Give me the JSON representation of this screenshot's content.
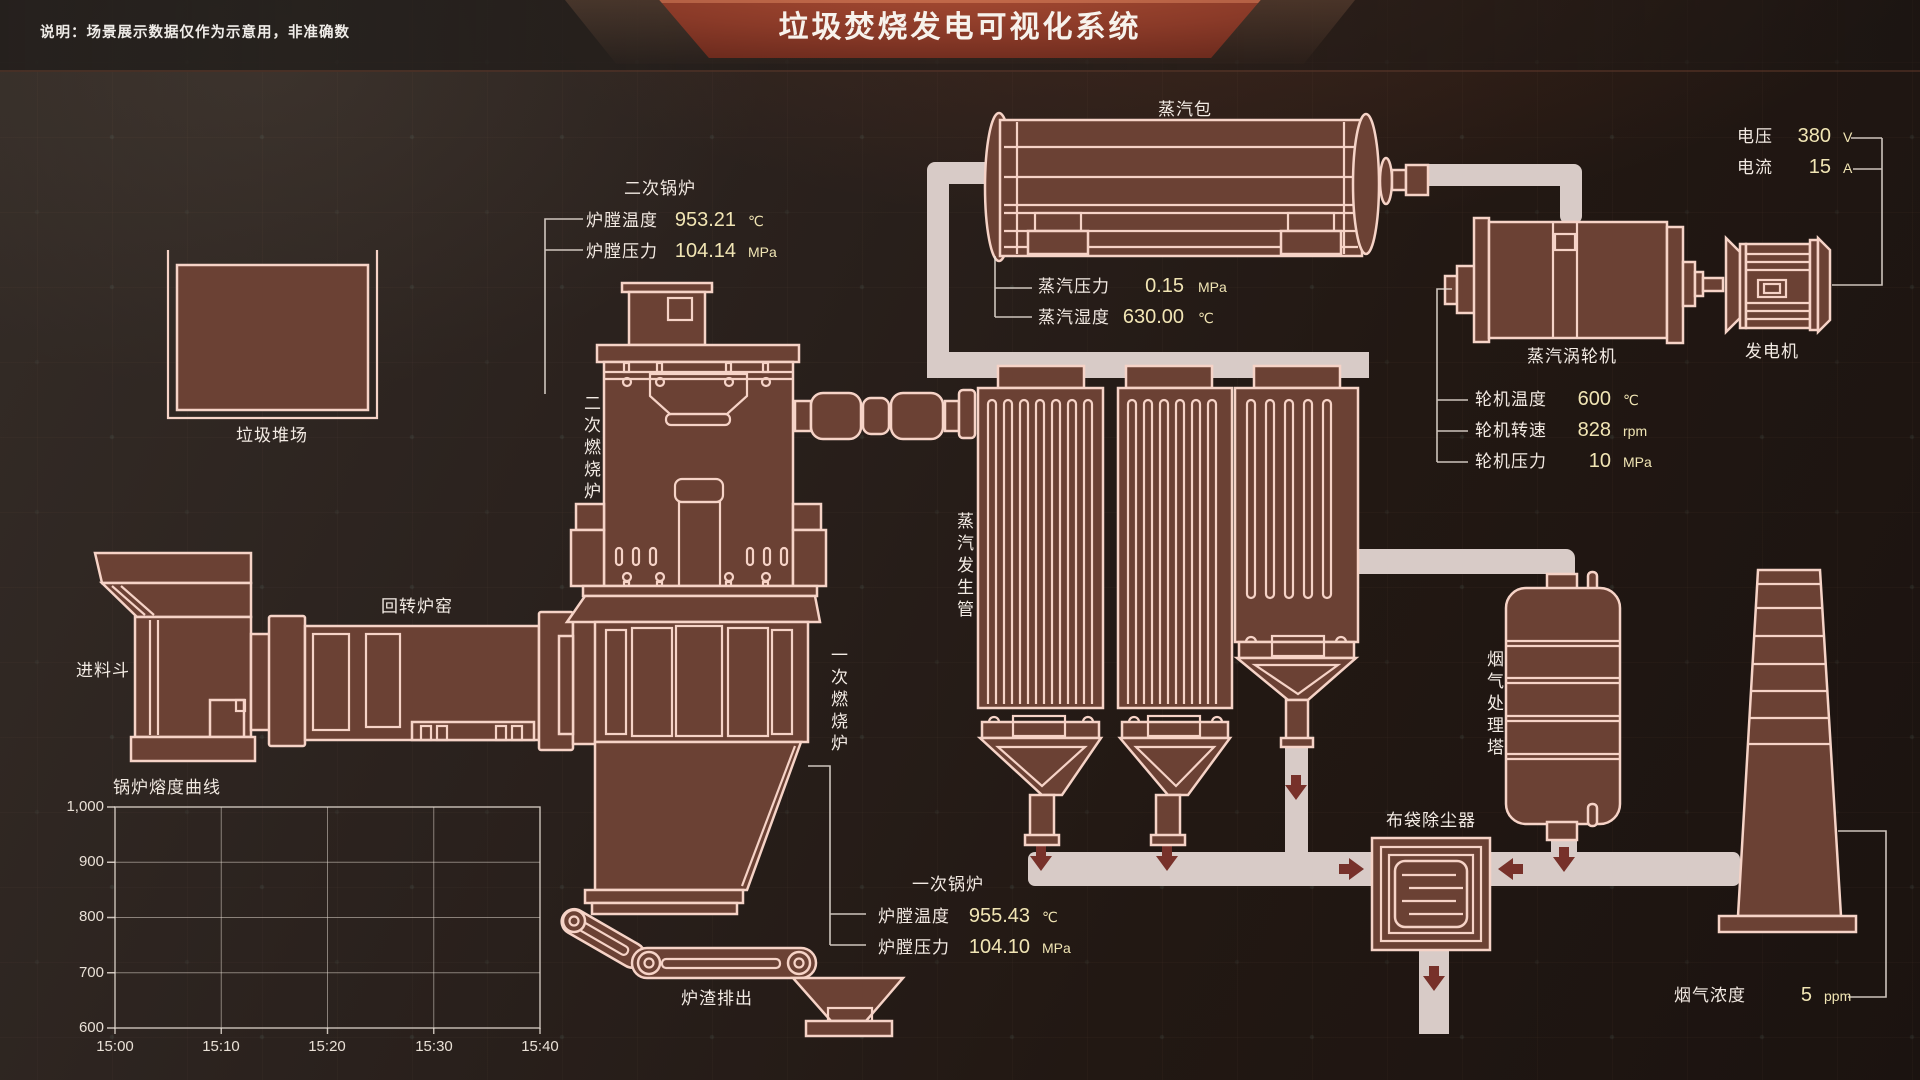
{
  "header": {
    "note": "说明：场景展示数据仅作为示意用，非准确数",
    "title": "垃圾焚烧发电可视化系统"
  },
  "equipment_labels": {
    "waste_yard": "垃圾堆场",
    "feed_hopper": "进料斗",
    "rotary_kiln": "回转炉窑",
    "secondary_furnace": "二次燃烧炉",
    "primary_furnace": "一次燃烧炉",
    "steam_drum": "蒸汽包",
    "steam_tubes": "蒸汽发生管",
    "turbine": "蒸汽涡轮机",
    "generator": "发电机",
    "gas_tower": "烟气处理塔",
    "bag_filter": "布袋除尘器",
    "slag_discharge": "炉渣排出"
  },
  "readouts": {
    "secondary_boiler": {
      "title": "二次锅炉",
      "rows": [
        {
          "label": "炉膛温度",
          "value": "953.21",
          "unit": "℃"
        },
        {
          "label": "炉膛压力",
          "value": "104.14",
          "unit": "MPa"
        }
      ]
    },
    "steam_drum": {
      "rows": [
        {
          "label": "蒸汽压力",
          "value": "0.15",
          "unit": "MPa"
        },
        {
          "label": "蒸汽湿度",
          "value": "630.00",
          "unit": "℃"
        }
      ]
    },
    "power": {
      "rows": [
        {
          "label": "电压",
          "value": "380",
          "unit": "V"
        },
        {
          "label": "电流",
          "value": "15",
          "unit": "A"
        }
      ]
    },
    "turbine": {
      "rows": [
        {
          "label": "轮机温度",
          "value": "600",
          "unit": "℃"
        },
        {
          "label": "轮机转速",
          "value": "828",
          "unit": "rpm"
        },
        {
          "label": "轮机压力",
          "value": "10",
          "unit": "MPa"
        }
      ]
    },
    "primary_boiler": {
      "title": "一次锅炉",
      "rows": [
        {
          "label": "炉膛温度",
          "value": "955.43",
          "unit": "℃"
        },
        {
          "label": "炉膛压力",
          "value": "104.10",
          "unit": "MPa"
        }
      ]
    },
    "flue_gas": {
      "rows": [
        {
          "label": "烟气浓度",
          "value": "5",
          "unit": "ppm"
        }
      ]
    }
  },
  "chart_data": {
    "type": "line",
    "title": "锅炉熔度曲线",
    "x_ticks": [
      "15:00",
      "15:10",
      "15:20",
      "15:30",
      "15:40"
    ],
    "y_ticks": [
      "1,000",
      "900",
      "800",
      "700",
      "600"
    ],
    "ylim": [
      600,
      1000
    ],
    "xlabel": "",
    "ylabel": "",
    "grid": true,
    "legend": false,
    "series": []
  },
  "colors": {
    "equipment_fill": "#6b4134",
    "outline": "#f6d3c7",
    "pipe": "#d8cbc7",
    "arrow": "#77312a",
    "value_text": "#f1e5b4",
    "label_text": "#f3ebe4",
    "banner": "#8a3a28"
  }
}
